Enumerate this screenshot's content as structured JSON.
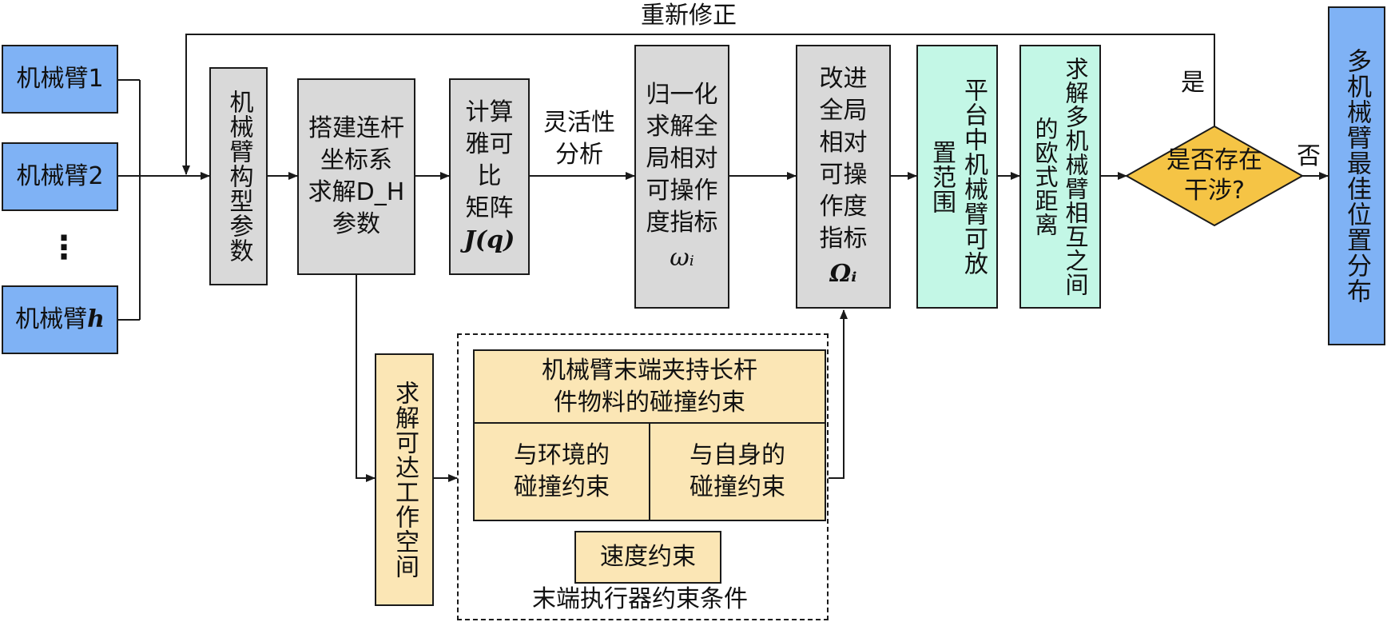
{
  "inputs": {
    "arm1": "机械臂1",
    "arm2": "机械臂2",
    "dots": "⋮",
    "armh_prefix": "机械臂",
    "armh_var": "h"
  },
  "steps": {
    "config_params": "机械臂构型参数",
    "dh_line1": "搭建连杆",
    "dh_line2": "坐标系",
    "dh_line3": "求解D_H",
    "dh_line4": "参数",
    "jac_line1": "计算",
    "jac_line2": "雅可",
    "jac_line3": "比",
    "jac_line4": "矩阵",
    "jac_math": "J(q)",
    "flex_line1": "灵活性",
    "flex_line2": "分析",
    "norm_line1": "归一化",
    "norm_line2": "求解全",
    "norm_line3": "局相对",
    "norm_line4": "可操作",
    "norm_line5": "度指标",
    "norm_symbol": "ωᵢ",
    "imp_line1": "改进",
    "imp_line2": "全局",
    "imp_line3": "相对",
    "imp_line4": "可操",
    "imp_line5": "作度",
    "imp_line6": "指标",
    "imp_symbol": "Ωᵢ",
    "platform_text": "平台中机械臂可放置范围",
    "dist_text": "求解多机械臂相互之间的欧式距离",
    "decision_line1": "是否存在",
    "decision_line2": "干涉?",
    "output_text": "多机械臂最佳位置分布"
  },
  "feedback": {
    "rework": "重新修正",
    "yes": "是",
    "no": "否"
  },
  "constraints": {
    "workspace": "求解可达工作空间",
    "longbar_line1": "机械臂末端夹持长杆",
    "longbar_line2": "件物料的碰撞约束",
    "env_line1": "与环境的",
    "env_line2": "碰撞约束",
    "self_line1": "与自身的",
    "self_line2": "碰撞约束",
    "speed": "速度约束",
    "group_caption": "末端执行器约束条件"
  },
  "colors": {
    "blue": "#7fb2f5",
    "gray": "#d9d9d9",
    "mint": "#c3f7e6",
    "tan": "#fbe6b5",
    "decision": "#f5c445"
  }
}
